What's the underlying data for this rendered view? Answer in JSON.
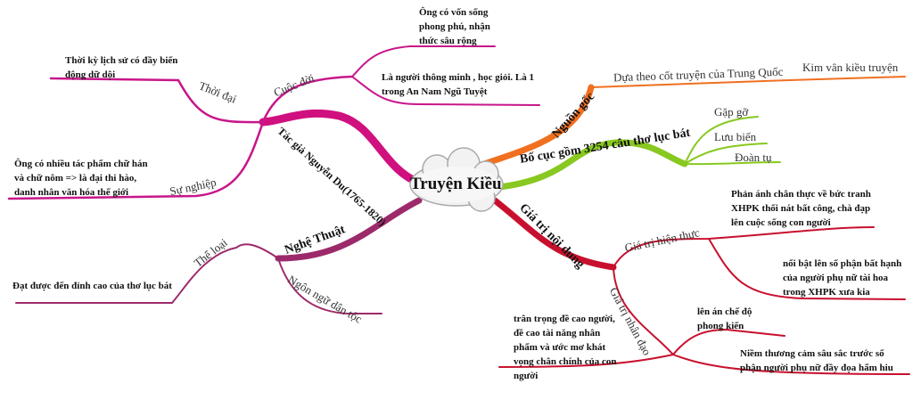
{
  "center": {
    "label": "Truyện Kiều"
  },
  "colors": {
    "author": "#d0107f",
    "origin": "#f07020",
    "structure": "#88c820",
    "content": "#c8102e",
    "art": "#9c2a6a"
  },
  "author": {
    "label": "Tác giả Nguyễn Du(1765-1820)",
    "life": {
      "label": "Cuộc đời",
      "items": [
        "Ông có vốn sống phong phú, nhận thức sâu rộng",
        "Là người thông minh , học giỏi. Là 1 trong An Nam Ngũ Tuyệt"
      ]
    },
    "era": {
      "label": "Thời đại",
      "items": [
        "Thời kỳ lịch sử có đầy biến động dữ dội"
      ]
    },
    "career": {
      "label": "Sự nghiệp",
      "items": [
        "Ông có nhiều tác phẩm chữ hán và chữ nôm => là đại thi hào, danh nhân văn hóa thế giới"
      ]
    }
  },
  "origin": {
    "label": "Nguồn gốc",
    "sub": "Dựa theo cốt truyện của Trung Quốc",
    "leaf": "Kim vân kiều truyện"
  },
  "structure": {
    "label": "Bố cục gồm 3254 câu thơ lục bát",
    "items": [
      "Gặp gỡ",
      "Lưu biến",
      "Đoàn tụ"
    ]
  },
  "content": {
    "label": "Giá trị nội dung",
    "realism": {
      "label": "Giá trị hiện thực",
      "items": [
        "Phản ánh chân thực về bức tranh XHPK thối nát bất công, chà đạp lên cuộc sống con người",
        "nổi bật lên số phận bất hạnh của người phụ nữ tài hoa trong XHPK xưa kia"
      ]
    },
    "humanity": {
      "label": "Giá trị nhân đạo",
      "items": [
        "lên án chế độ phong kiến",
        "Niềm thương cảm sâu sắc trước số phận người phụ nữ đầy đọa hẩm hiu",
        "trân trọng đề cao người, đề cao tài năng nhân phẩm và ước mơ khát vọng chân chính của con người"
      ]
    }
  },
  "art": {
    "label": "Nghệ Thuật",
    "genre": {
      "label": "Thể loại",
      "items": [
        "Đạt được đến đỉnh cao của thơ lục bát"
      ]
    },
    "language": {
      "label": "Ngôn ngữ dân tộc"
    }
  }
}
